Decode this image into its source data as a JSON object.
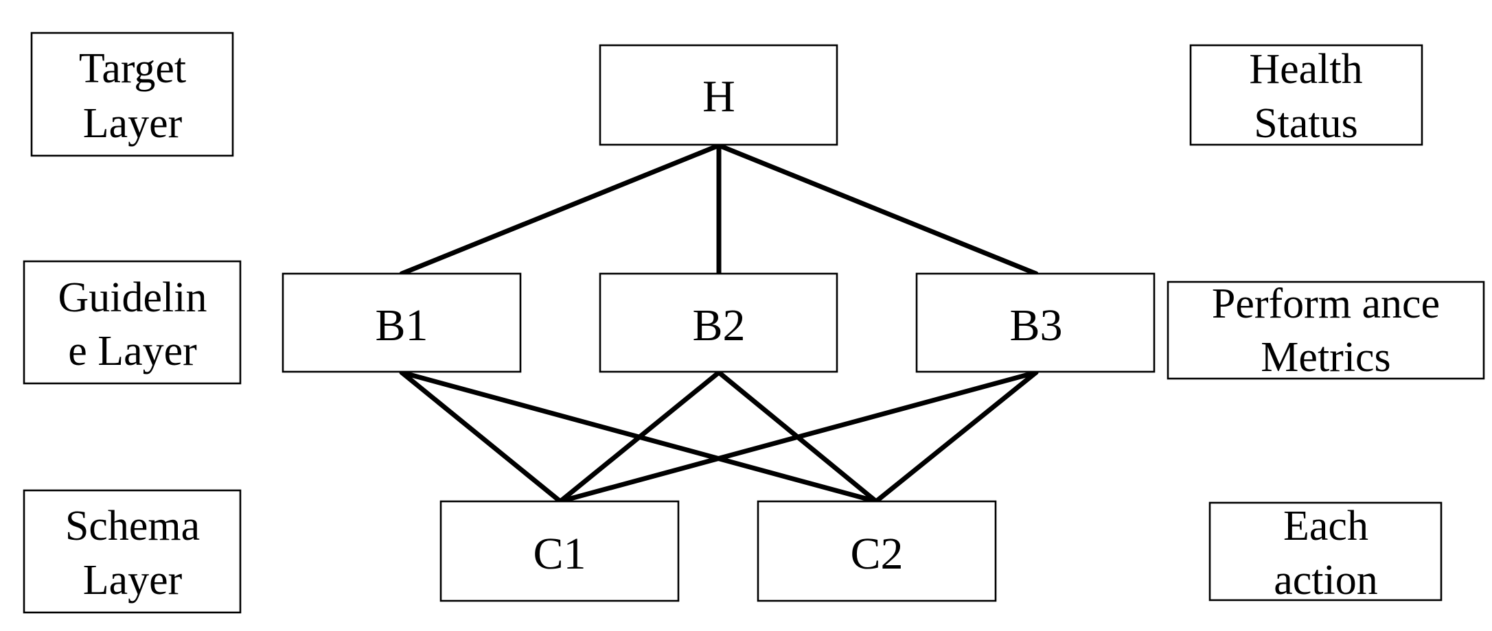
{
  "left_labels": {
    "target": [
      "Target",
      "Layer"
    ],
    "guideline": [
      "Guidelin",
      "e Layer"
    ],
    "schema": [
      "Schema",
      "Layer"
    ]
  },
  "right_labels": {
    "target": [
      "Health",
      "Status"
    ],
    "guideline": [
      "Perform ance",
      "Metrics"
    ],
    "schema": [
      "Each",
      "action"
    ]
  },
  "nodes": {
    "h": "H",
    "b1": "B1",
    "b2": "B2",
    "b3": "B3",
    "c1": "C1",
    "c2": "C2"
  }
}
